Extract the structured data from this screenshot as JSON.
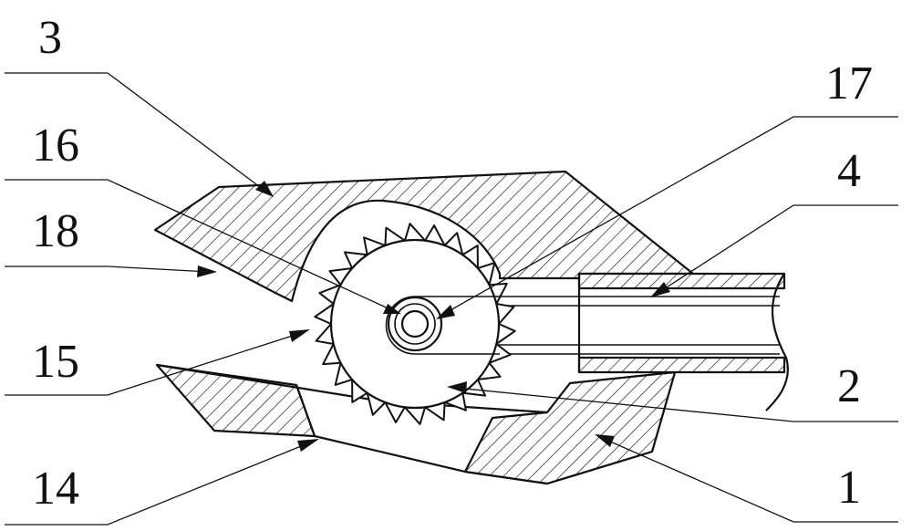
{
  "labels": {
    "part_1": "1",
    "part_2": "2",
    "part_3": "3",
    "part_4": "4",
    "part_14": "14",
    "part_15": "15",
    "part_16": "16",
    "part_17": "17",
    "part_18": "18"
  },
  "colors": {
    "ink": "#111111",
    "background": "#ffffff"
  }
}
